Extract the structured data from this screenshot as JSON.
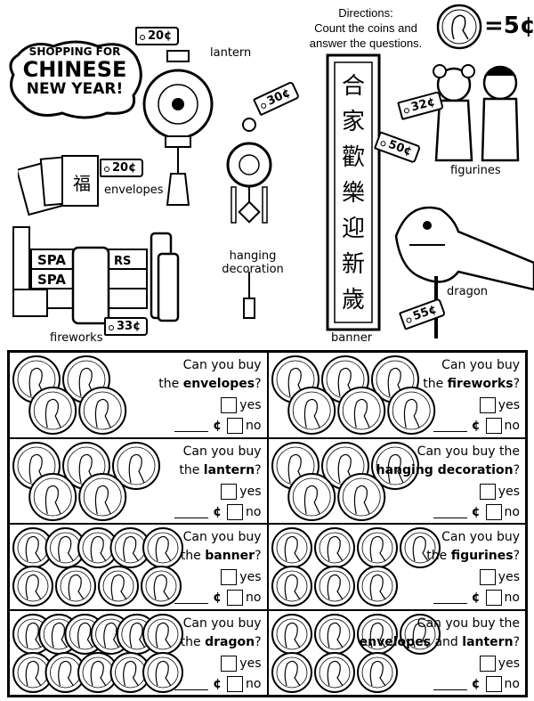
{
  "title": {
    "line1": "SHOPPING FOR",
    "line2": "CHINESE",
    "line3": "NEW YEAR!"
  },
  "directions": {
    "heading": "Directions:",
    "line1": "Count the coins and",
    "line2": "answer the questions."
  },
  "coin_key": {
    "coin": "nickel",
    "equals": "=5¢"
  },
  "items": [
    {
      "name": "lantern",
      "price": "20¢"
    },
    {
      "name": "envelopes",
      "price": "20¢"
    },
    {
      "name": "hanging decoration",
      "price": "30¢"
    },
    {
      "name": "banner",
      "price": "50¢"
    },
    {
      "name": "figurines",
      "price": "32¢"
    },
    {
      "name": "fireworks",
      "price": "33¢"
    },
    {
      "name": "dragon",
      "price": "55¢"
    }
  ],
  "questions": [
    {
      "pre": "Can you buy",
      "line2pre": "the ",
      "item": "envelopes",
      "mid": "",
      "item2": "",
      "post": "?",
      "coins": 4
    },
    {
      "pre": "Can you buy",
      "line2pre": "the ",
      "item": "fireworks",
      "mid": "",
      "item2": "",
      "post": "?",
      "coins": 6
    },
    {
      "pre": "Can you buy",
      "line2pre": "the ",
      "item": "lantern",
      "mid": "",
      "item2": "",
      "post": "?",
      "coins": 5
    },
    {
      "pre": "Can you buy the",
      "line2pre": "",
      "item": "hanging decoration",
      "mid": "",
      "item2": "",
      "post": "?",
      "coins": 5
    },
    {
      "pre": "Can you buy",
      "line2pre": "the ",
      "item": "banner",
      "mid": "",
      "item2": "",
      "post": "?",
      "coins": 9
    },
    {
      "pre": "Can you buy",
      "line2pre": "the ",
      "item": "figurines",
      "mid": "",
      "item2": "",
      "post": "?",
      "coins": 7
    },
    {
      "pre": "Can you buy",
      "line2pre": "the ",
      "item": "dragon",
      "mid": "",
      "item2": "",
      "post": "?",
      "coins": 11
    },
    {
      "pre": "Can you buy the",
      "line2pre": "",
      "item": "envelopes",
      "mid": " and ",
      "item2": "lantern",
      "post": "?",
      "coins": 7
    }
  ],
  "answer": {
    "yes": "yes",
    "no": "no",
    "cent": "¢"
  }
}
